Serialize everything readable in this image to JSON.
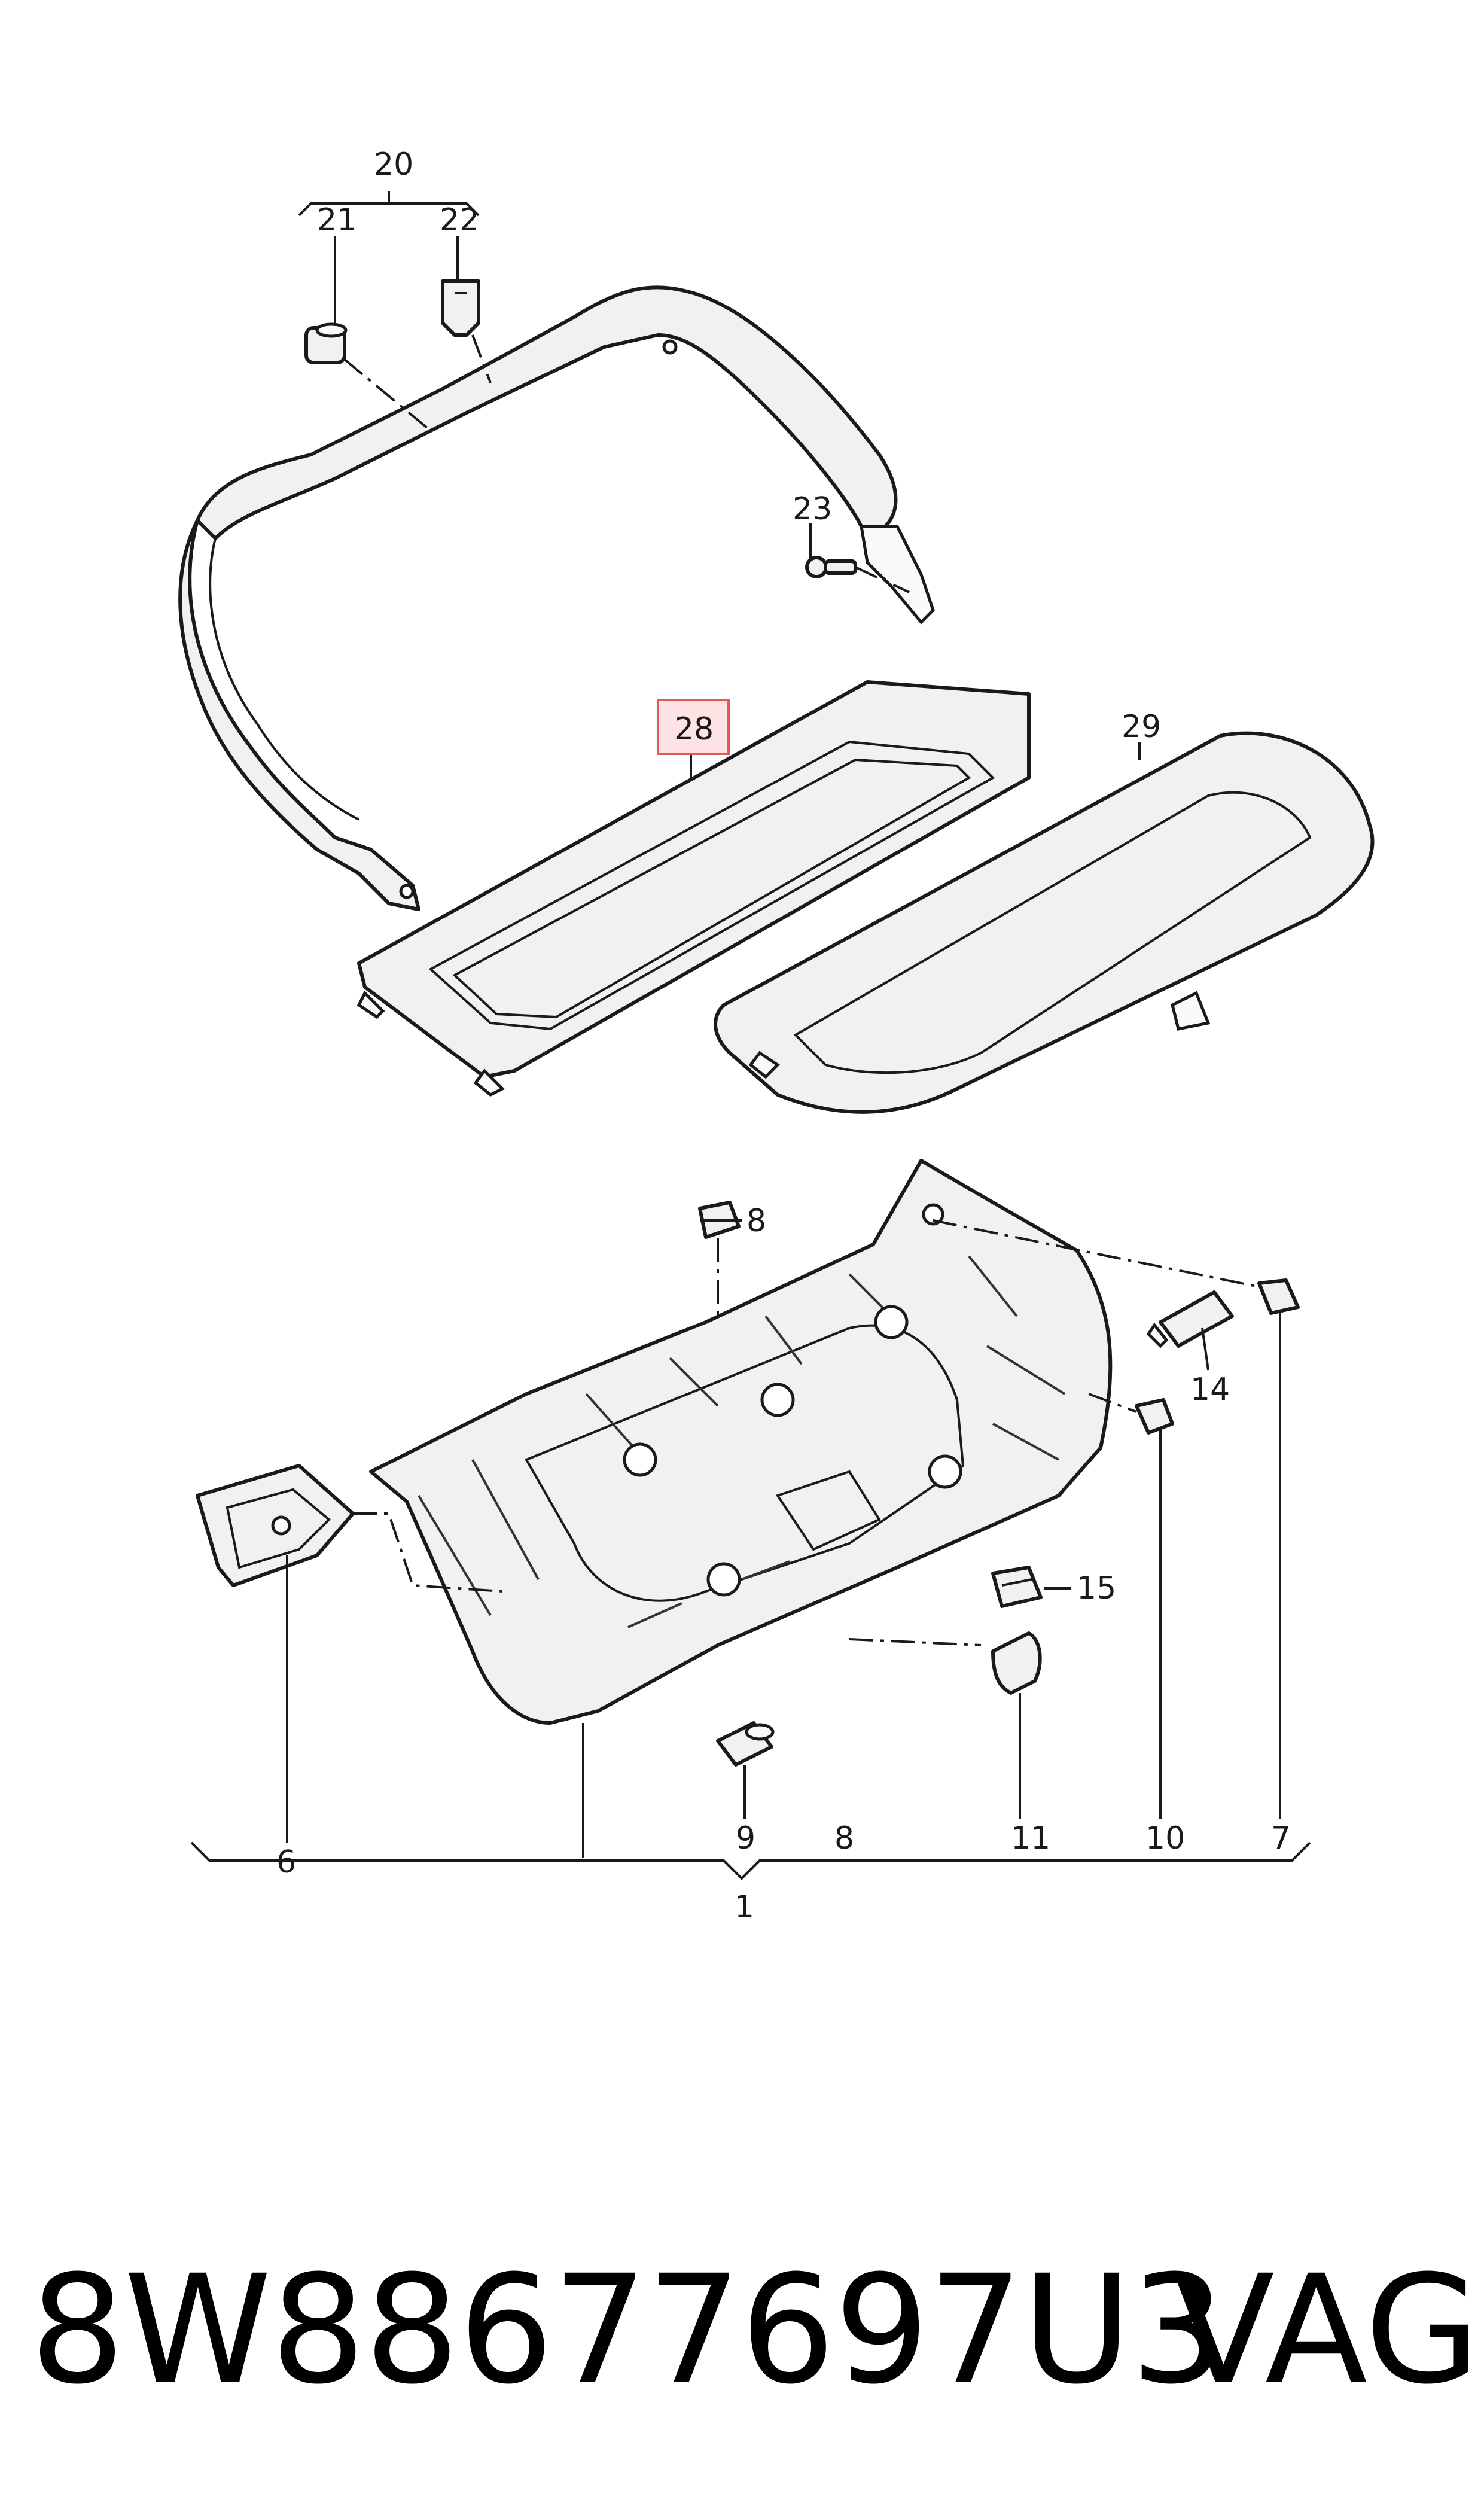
{
  "callouts": {
    "c20": "20",
    "c21": "21",
    "c22": "22",
    "c23": "23",
    "c28": "28",
    "c29": "29",
    "c8a": "8",
    "c14": "14",
    "c15": "15",
    "c6": "6",
    "c9": "9",
    "c8b": "8",
    "c11": "11",
    "c10": "10",
    "c7": "7",
    "c1": "1"
  },
  "footer": {
    "part_number": "8W88677697U3",
    "brand": "VAG"
  },
  "colors": {
    "highlight_fill": "#fde3e3",
    "highlight_stroke": "#e05a5a"
  }
}
